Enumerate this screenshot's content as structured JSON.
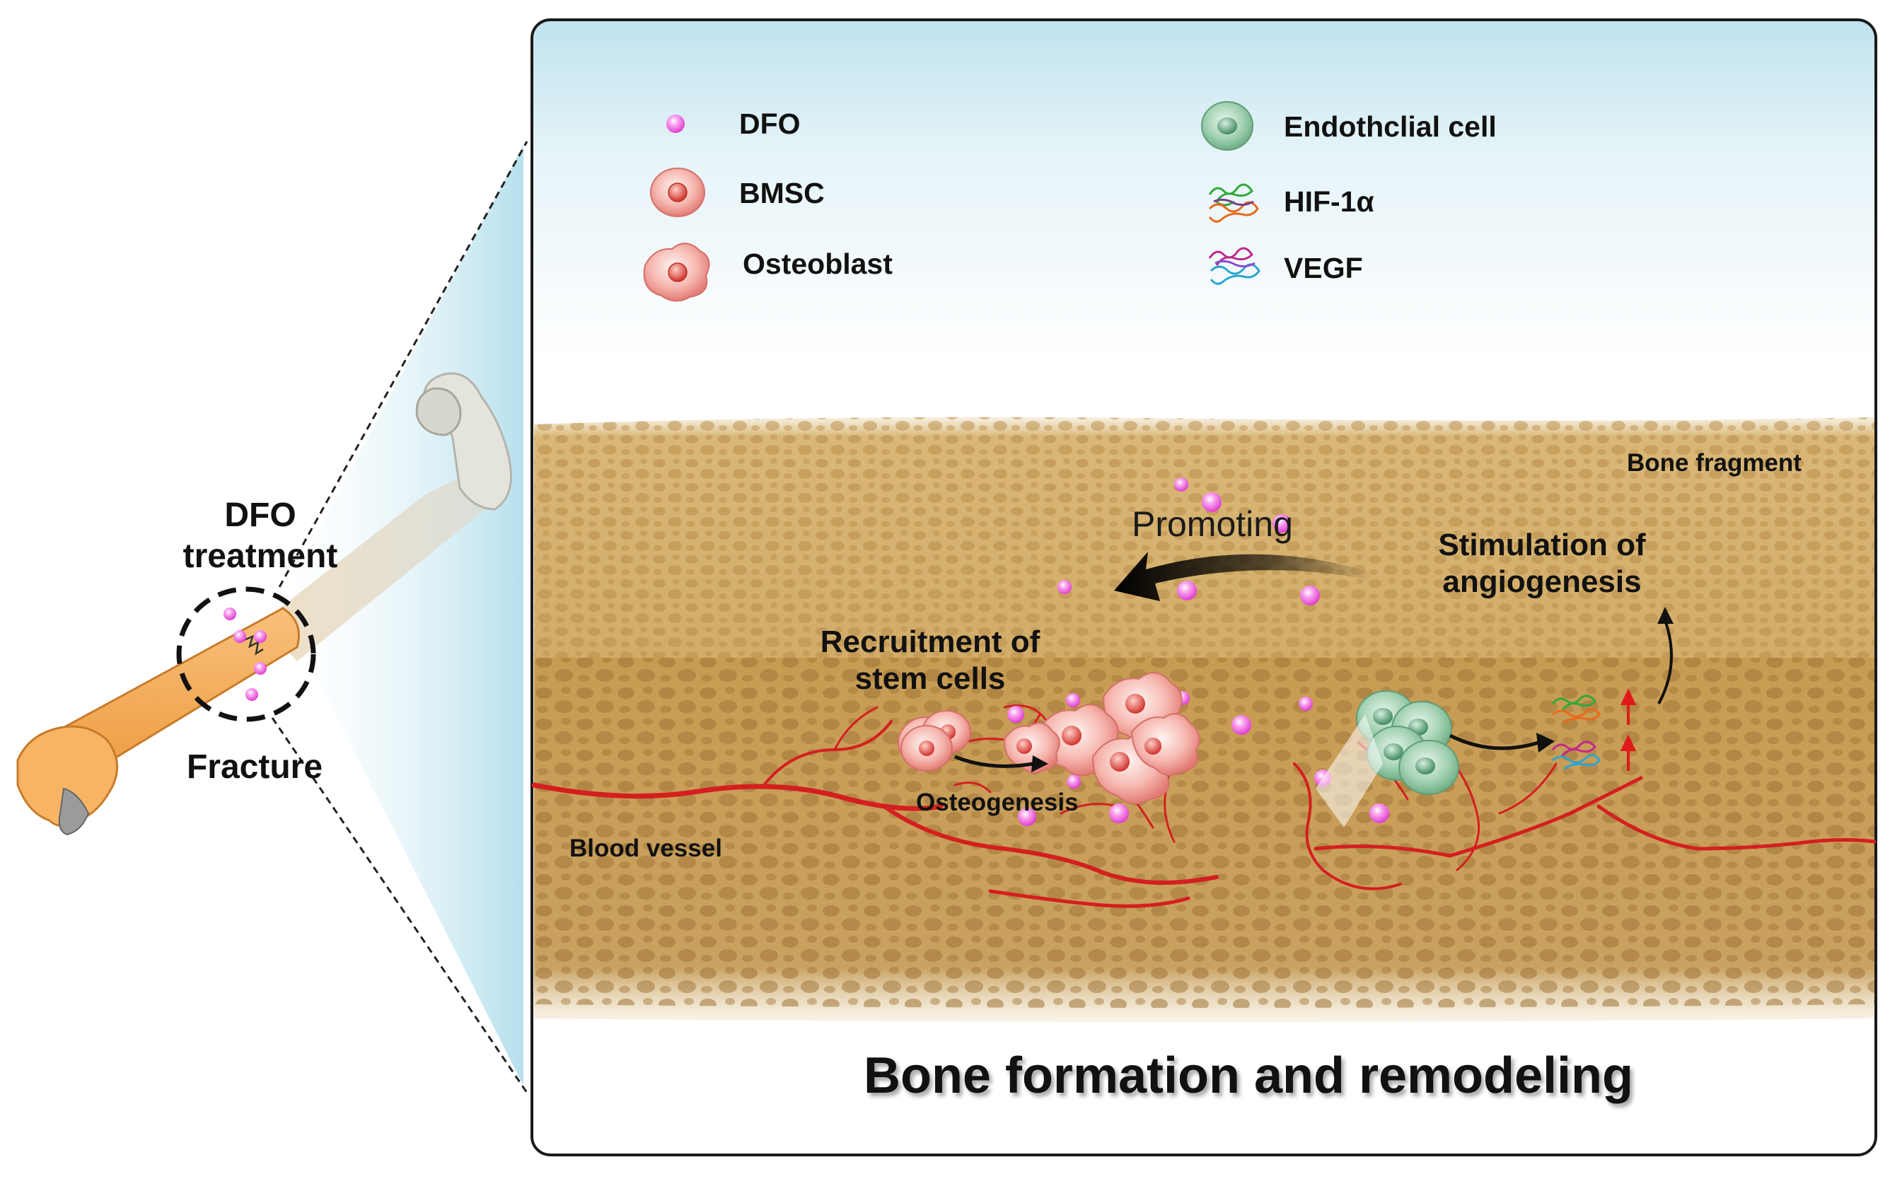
{
  "left": {
    "treatment_label": "DFO\ntreatment",
    "fracture_label": "Fracture"
  },
  "legend": {
    "left_items": [
      {
        "icon": "dfo-particle-icon",
        "label": "DFO"
      },
      {
        "icon": "bmsc-cell-icon",
        "label": "BMSC"
      },
      {
        "icon": "osteoblast-cell-icon",
        "label": "Osteoblast"
      }
    ],
    "right_items": [
      {
        "icon": "endothelial-cell-icon",
        "label": "Endothclial cell"
      },
      {
        "icon": "hif1a-protein-icon",
        "label": "HIF-1α"
      },
      {
        "icon": "vegf-protein-icon",
        "label": "VEGF"
      }
    ]
  },
  "scene": {
    "bone_fragment": "Bone fragment",
    "promoting": "Promoting",
    "stimulation": "Stimulation of\nangiogenesis",
    "recruitment": "Recruitment of\nstem cells",
    "osteogenesis": "Osteogenesis",
    "blood_vessel": "Blood vessel",
    "title": "Bone formation and remodeling"
  },
  "colors": {
    "bone_shaft": "#f5a94e",
    "bone_tissue": "#c9a15e",
    "dfo_pink": "#ee5ce0",
    "vessel_red": "#d41f1f",
    "endothelial_green": "#8fc4a2",
    "panel_border": "#1a1a1a",
    "sky": "#cfe9f2"
  }
}
